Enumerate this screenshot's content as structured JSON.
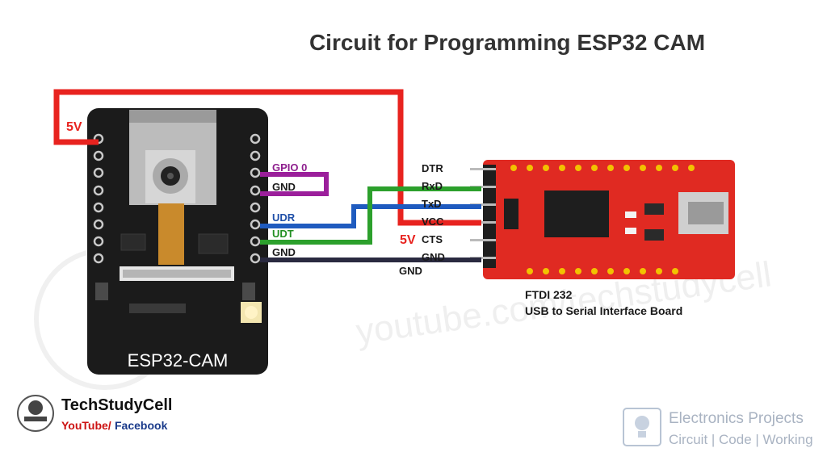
{
  "title": "Circuit for Programming ESP32 CAM",
  "esp32": {
    "name": "ESP32-CAM",
    "pin_labels": {
      "gpio0": "GPIO 0",
      "gnd_top": "GND",
      "udr": "UDR",
      "udt": "UDT",
      "gnd_bottom": "GND"
    },
    "power_label": "5V"
  },
  "ftdi": {
    "pins": [
      "DTR",
      "RxD",
      "TxD",
      "VCC",
      "CTS",
      "GND"
    ],
    "name": "FTDI 232",
    "description": "USB to Serial Interface Board",
    "vcc_label": "5V",
    "gnd_label": "GND"
  },
  "brand": {
    "name": "TechStudyCell",
    "social_youtube": "YouTube/",
    "social_facebook": "Facebook"
  },
  "watermark": {
    "line1": "Electronics Projects",
    "line2": "Circuit | Code | Working",
    "url": "youtube.com/techstudycell"
  },
  "colors": {
    "wire_power": "#e8231f",
    "wire_gpio": "#9b1f9b",
    "wire_rx": "#1f5bbf",
    "wire_tx": "#2ca02c",
    "wire_gnd": "#2a2a40",
    "ftdi_board": "#e02a22",
    "esp_board": "#1b1b1b",
    "text_red": "#e8231f",
    "text_purple": "#8e1f8e",
    "text_blue": "#1f4fa8",
    "text_green": "#239023"
  }
}
